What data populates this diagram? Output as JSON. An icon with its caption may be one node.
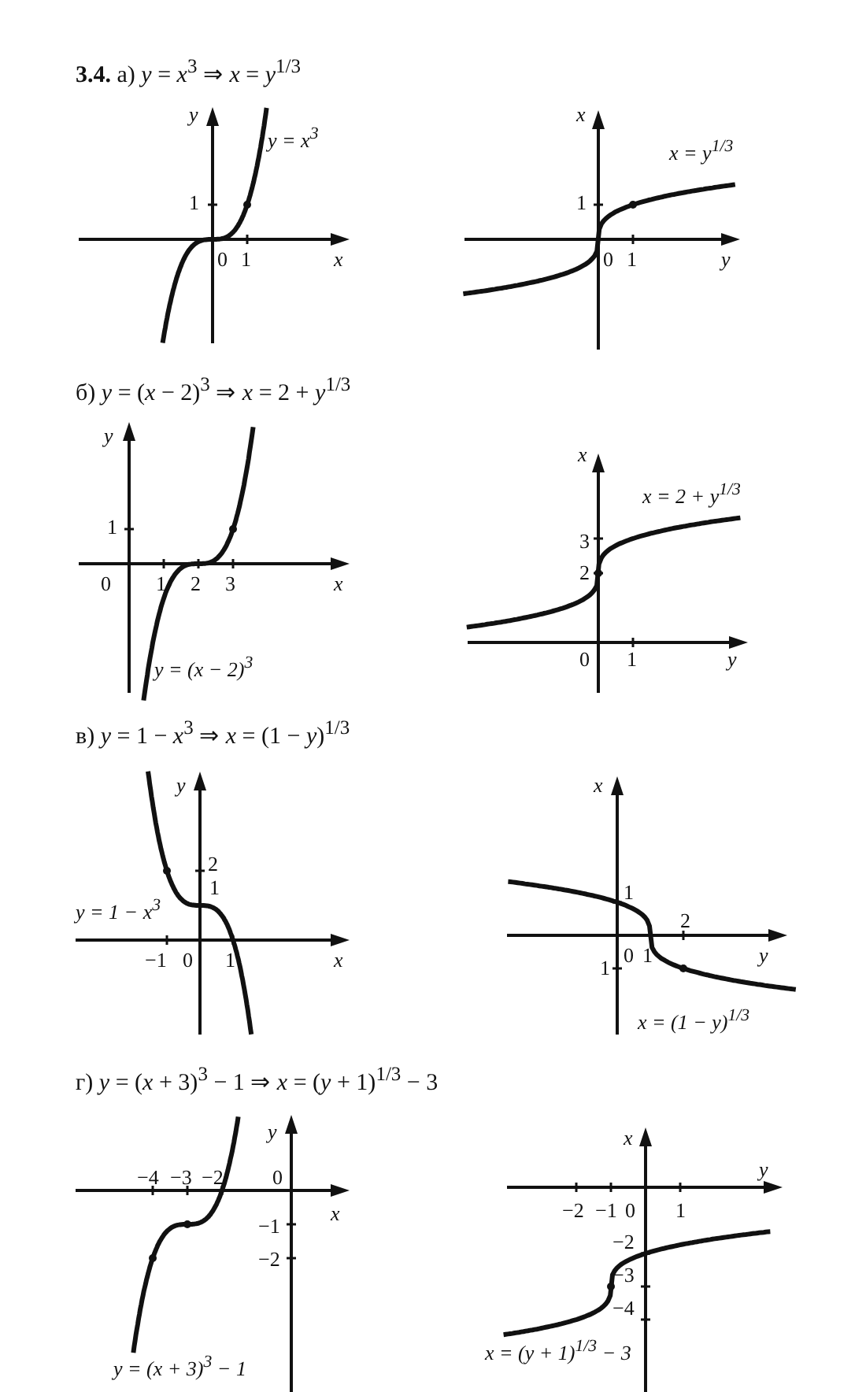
{
  "diagram": {
    "labels": [
      "**3.4.** а) *y* = *x*$^{3}$ ⇒ *x* = *y*$^{1/3}$",
      "y",
      "y = x$^{3}$",
      "1",
      "0",
      "1",
      "x",
      "x",
      "x = y$^{1/3}$",
      "1",
      "0",
      "1",
      "y",
      "б) *y* = (*x* − 2)$^{3}$ ⇒ *x* = 2 + *y*$^{1/3}$",
      "y",
      "1",
      "0",
      "1",
      "2",
      "3",
      "x",
      "y = (x − 2)$^{3}$",
      "x",
      "x = 2 + y$^{1/3}$",
      "3",
      "2",
      "0",
      "1",
      "y",
      "в) *y* = 1 − *x*$^{3}$ ⇒ *x* = (1 − *y*)$^{1/3}$",
      "y",
      "2",
      "y = 1 − x$^{3}$",
      "1",
      "−1",
      "0",
      "1",
      "x",
      "x",
      "1",
      "2",
      "0",
      "1",
      "y",
      "1",
      "x = (1 − y)$^{1/3}$",
      "г) *y* = (*x* + 3)$^{3}$ − 1 ⇒ *x* = (*y* + 1)$^{1/3}$ − 3",
      "y",
      "−4",
      "−3",
      "−2",
      "0",
      "x",
      "−1",
      "−2",
      "y = (x + 3)$^{3}$ − 1",
      "x",
      "y",
      "−2",
      "−1",
      "0",
      "1",
      "−2",
      "−3",
      "−4",
      "x = (y + 1)$^{1/3}$ − 3"
    ]
  }
}
